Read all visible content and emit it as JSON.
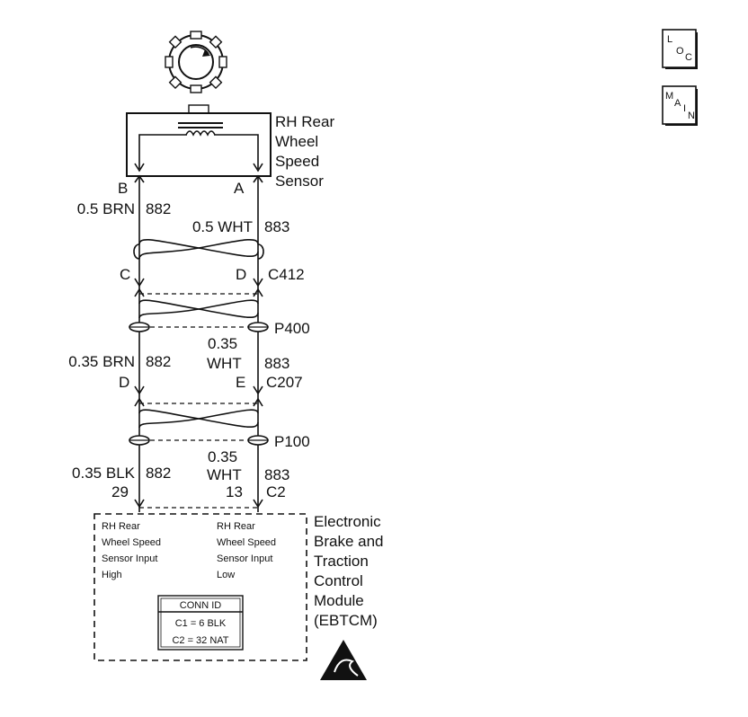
{
  "sensor": {
    "name_lines": [
      "RH Rear",
      "Wheel",
      "Speed",
      "Sensor"
    ],
    "pin_left": "B",
    "pin_right": "A"
  },
  "wires": {
    "upper_left_gauge": "0.5 BRN",
    "upper_left_circuit": "882",
    "upper_right_gauge": "0.5 WHT",
    "upper_right_circuit": "883",
    "mid_left_gauge": "0.35 BRN",
    "mid_left_circuit": "882",
    "mid_right_gauge_1": "0.35",
    "mid_right_gauge_2": "WHT",
    "mid_right_circuit": "883",
    "low_left_gauge": "0.35 BLK",
    "low_left_circuit": "882",
    "low_right_gauge_1": "0.35",
    "low_right_gauge_2": "WHT",
    "low_right_circuit": "883"
  },
  "connectors": {
    "c412_left_pin": "C",
    "c412_right_pin": "D",
    "c412_label": "C412",
    "c207_left_pin": "D",
    "c207_right_pin": "E",
    "c207_label": "C207",
    "c2_left_pin": "29",
    "c2_right_pin": "13",
    "c2_label": "C2"
  },
  "splices": {
    "p400": "P400",
    "p100": "P100"
  },
  "module": {
    "name_lines": [
      "Electronic",
      "Brake and",
      "Traction",
      "Control",
      "Module",
      "(EBTCM)"
    ],
    "left_pin_lines": [
      "RH Rear",
      "Wheel Speed",
      "Sensor Input",
      "High"
    ],
    "right_pin_lines": [
      "RH Rear",
      "Wheel Speed",
      "Sensor Input",
      "Low"
    ],
    "conn_id_title": "CONN ID",
    "conn_id_line1": "C1 = 6 BLK",
    "conn_id_line2": "C2 = 32 NAT"
  },
  "nav_buttons": {
    "loc": [
      "L",
      "O",
      "C"
    ],
    "main": [
      "M",
      "A",
      "I",
      "N"
    ]
  }
}
